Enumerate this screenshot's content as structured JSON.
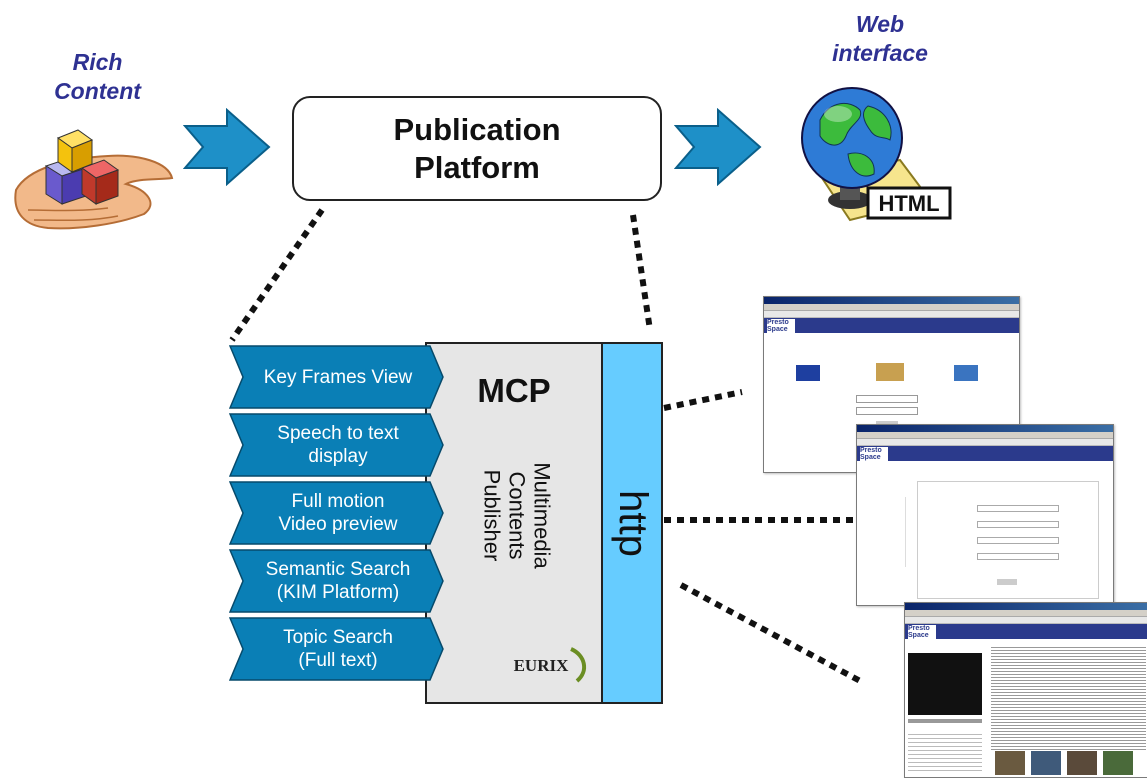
{
  "labels": {
    "rich_content": [
      "Rich",
      "Content"
    ],
    "web_interface": [
      "Web",
      "interface"
    ]
  },
  "publication_platform": [
    "Publication",
    "Platform"
  ],
  "mcp": {
    "title": "MCP",
    "subtitle": [
      "Multimedia",
      "Contents",
      "Publisher"
    ],
    "http": "http",
    "logo": "EURIX"
  },
  "features": [
    {
      "lines": [
        "Key Frames View"
      ]
    },
    {
      "lines": [
        "Speech to text",
        "display"
      ]
    },
    {
      "lines": [
        "Full motion",
        "Video preview"
      ]
    },
    {
      "lines": [
        "Semantic Search",
        "(KIM Platform)"
      ]
    },
    {
      "lines": [
        "Topic Search",
        "(Full text)"
      ]
    }
  ],
  "icons": {
    "globe_badge": "HTML"
  },
  "colors": {
    "feature_blue": "#0a7fb6",
    "arrow_blue": "#1e90c8",
    "http_blue": "#66ccff",
    "mcp_gray": "#e6e6e6",
    "label_purple": "#2e3192"
  }
}
